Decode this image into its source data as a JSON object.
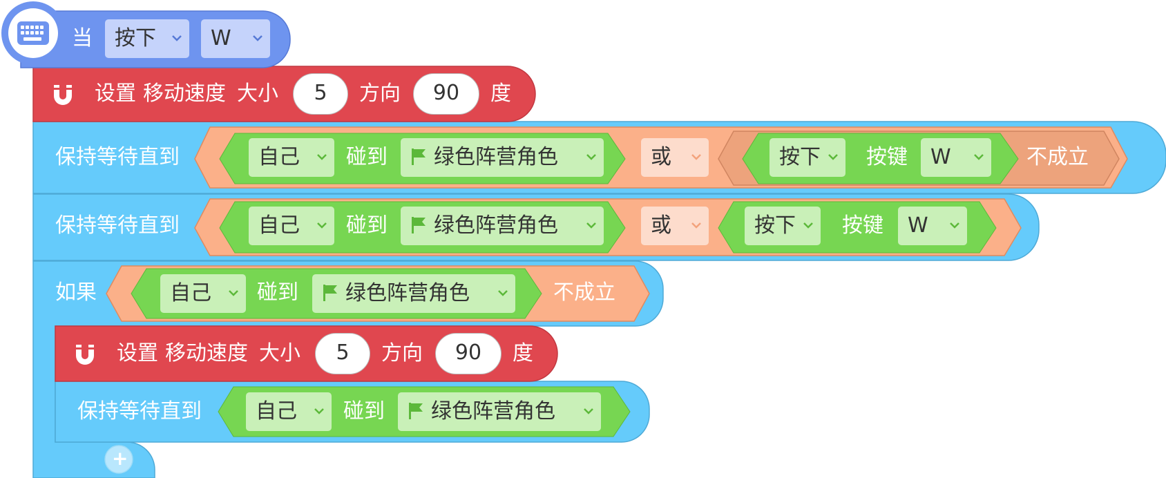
{
  "hat": {
    "when": "当",
    "event": "按下",
    "key": "W"
  },
  "move1": {
    "set": "设置",
    "label1": "移动速度",
    "label2": "大小",
    "speed": "5",
    "dir_label": "方向",
    "dir": "90",
    "unit": "度"
  },
  "wait1": {
    "label": "保持等待直到",
    "obj": "自己",
    "touch": "碰到",
    "target": "绿色阵营角色",
    "op": "或",
    "press": "按下",
    "key_label": "按键",
    "key": "W",
    "not": "不成立"
  },
  "wait2": {
    "label": "保持等待直到",
    "obj": "自己",
    "touch": "碰到",
    "target": "绿色阵营角色",
    "op": "或",
    "press": "按下",
    "key_label": "按键",
    "key": "W"
  },
  "if1": {
    "label": "如果",
    "obj": "自己",
    "touch": "碰到",
    "target": "绿色阵营角色",
    "not": "不成立"
  },
  "move2": {
    "set": "设置",
    "label1": "移动速度",
    "label2": "大小",
    "speed": "5",
    "dir_label": "方向",
    "dir": "90",
    "unit": "度"
  },
  "wait3": {
    "label": "保持等待直到",
    "obj": "自己",
    "touch": "碰到",
    "target": "绿色阵营角色"
  },
  "add": {
    "symbol": "+"
  },
  "colors": {
    "event": "#6e94ef",
    "motion": "#e0474f",
    "control": "#65cbfb",
    "operator": "#fbb089",
    "operator_dark": "#eda37c",
    "sensing": "#77d652",
    "sensing_field": "#c9f0b8"
  }
}
